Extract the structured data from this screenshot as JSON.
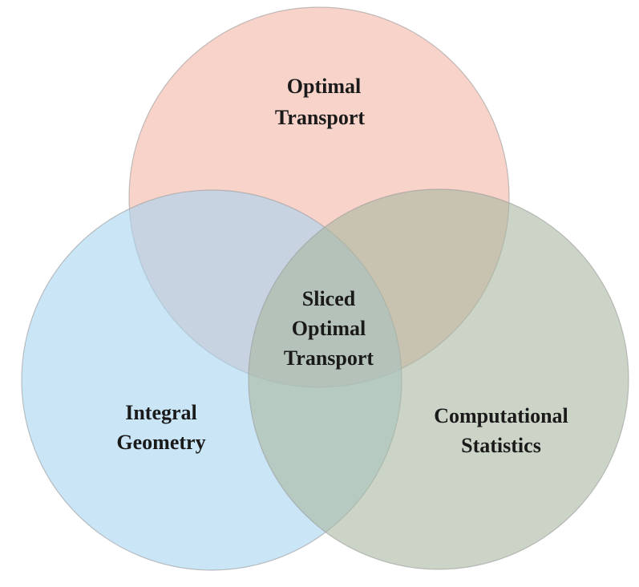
{
  "diagram": {
    "sets": [
      {
        "key": "optimal_transport",
        "lines": [
          "Optimal",
          "Transport"
        ],
        "color": "#f4b6a6"
      },
      {
        "key": "integral_geometry",
        "lines": [
          "Integral",
          "Geometry"
        ],
        "color": "#a6d3f0"
      },
      {
        "key": "computational_statistics",
        "lines": [
          "Computational",
          "Statistics"
        ],
        "color": "#a8b8a0"
      }
    ],
    "center": {
      "lines": [
        "Sliced",
        "Optimal",
        "Transport"
      ]
    }
  }
}
